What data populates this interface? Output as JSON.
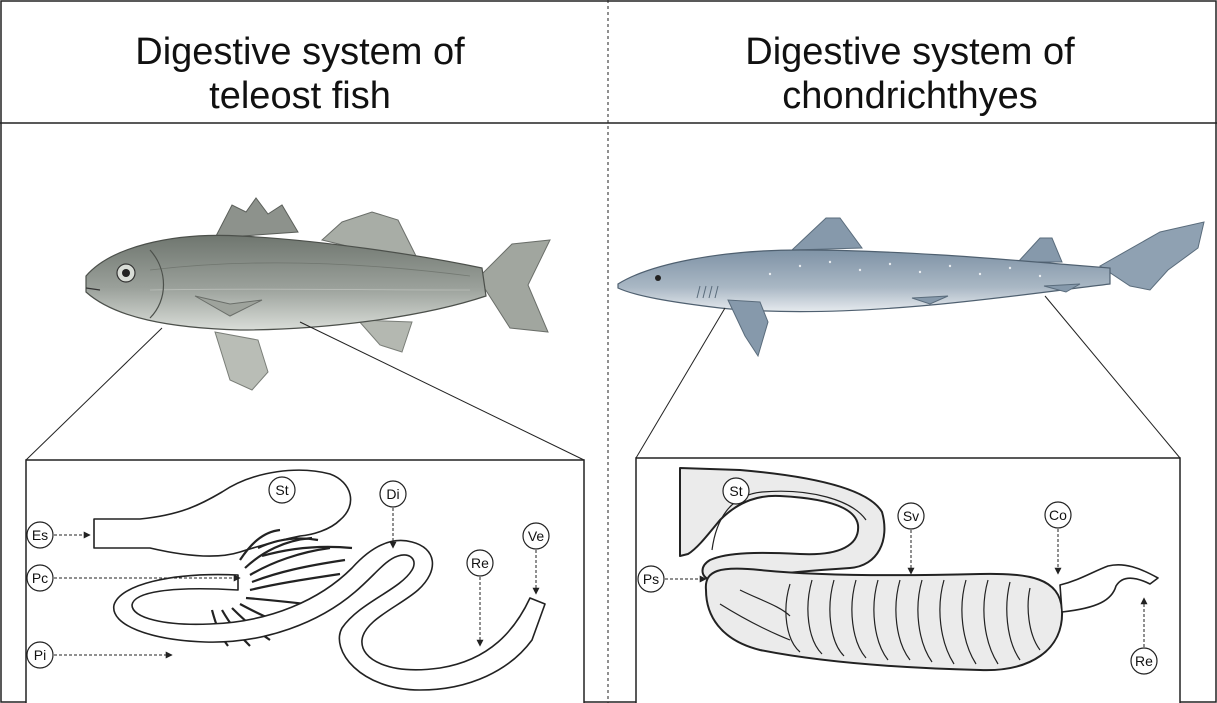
{
  "headers": {
    "left": {
      "line1": "Digestive system of",
      "line2": "teleost fish"
    },
    "right": {
      "line1": "Digestive system of",
      "line2": "chondrichthyes"
    }
  },
  "teleost": {
    "labels": {
      "es": "Es",
      "pc": "Pc",
      "pi": "Pi",
      "st": "St",
      "di": "Di",
      "re": "Re",
      "ve": "Ve"
    }
  },
  "chondrichthyes": {
    "labels": {
      "st": "St",
      "sv": "Sv",
      "co": "Co",
      "ps": "Ps",
      "re": "Re"
    }
  },
  "colors": {
    "line": "#222222",
    "fish_body": "#8e948f",
    "fish_belly": "#d2d6d2",
    "shark_body": "#9aa9b7",
    "shark_belly": "#e4e8ec",
    "organ_fill": "#e9e9e9"
  }
}
